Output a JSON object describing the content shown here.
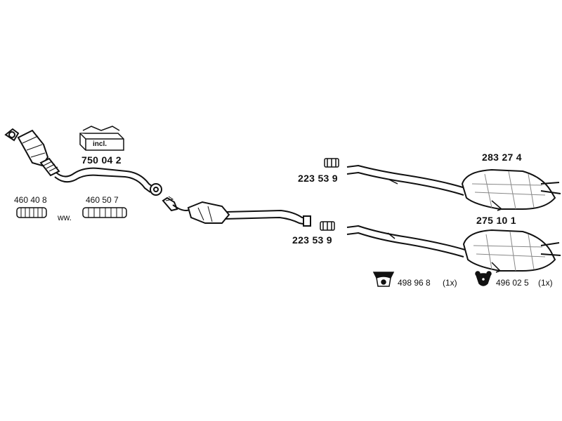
{
  "parts": {
    "kit": {
      "number": "750 04 2",
      "badge": "incl."
    },
    "pipe_left_option_a": {
      "number": "460 40 8"
    },
    "pipe_left_option_b": {
      "number": "460 50 7"
    },
    "alternative_separator": "ww.",
    "clamp_upper": {
      "number": "223 53 9"
    },
    "clamp_lower": {
      "number": "223 53 9"
    },
    "rear_silencer_upper": {
      "number": "283 27 4"
    },
    "rear_silencer_lower": {
      "number": "275 10 1"
    },
    "rubber_mount_a": {
      "number": "498 96 8",
      "quantity": "(1x)"
    },
    "rubber_mount_b": {
      "number": "496 02 5",
      "quantity": "(1x)"
    }
  },
  "colors": {
    "line": "#111111",
    "fill": "#ffffff",
    "shade": "#c8c8c8"
  }
}
